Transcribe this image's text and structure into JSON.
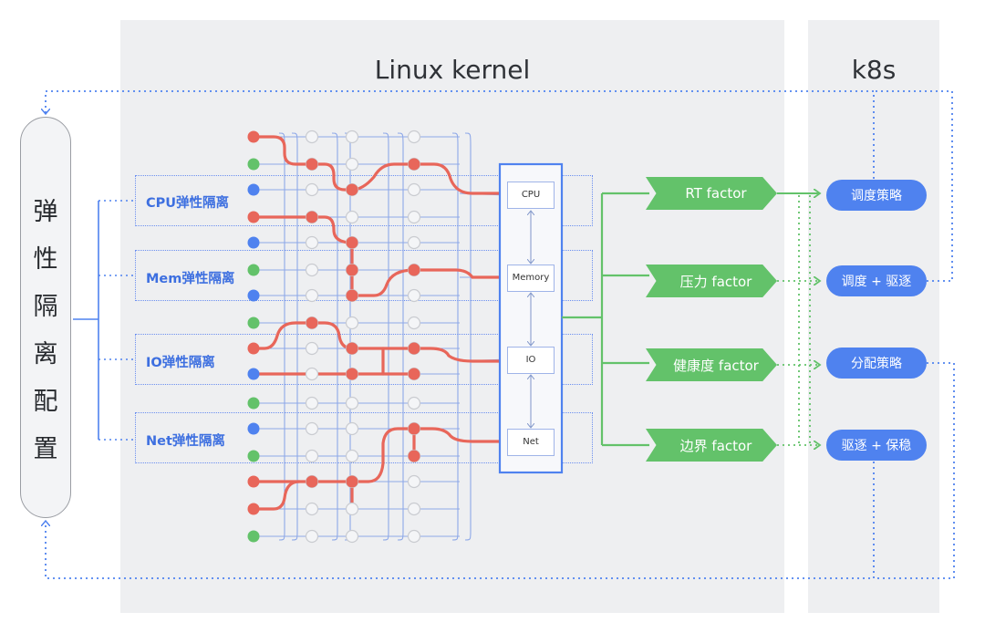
{
  "panels": {
    "linux_kernel_title": "Linux kernel",
    "k8s_title": "k8s"
  },
  "side_bar": {
    "chars": [
      "弹",
      "性",
      "隔",
      "离",
      "配",
      "置"
    ]
  },
  "groups": [
    {
      "label": "CPU弹性隔离"
    },
    {
      "label": "Mem弹性隔离"
    },
    {
      "label": "IO弹性隔离"
    },
    {
      "label": "Net弹性隔离"
    }
  ],
  "resources": [
    {
      "label": "CPU"
    },
    {
      "label": "Memory"
    },
    {
      "label": "IO"
    },
    {
      "label": "Net"
    }
  ],
  "factors": [
    {
      "label": "RT factor"
    },
    {
      "label": "压力 factor"
    },
    {
      "label": "健康度 factor"
    },
    {
      "label": "边界 factor"
    }
  ],
  "k8s_actions": [
    {
      "label": "调度策略"
    },
    {
      "label": "调度 + 驱逐"
    },
    {
      "label": "分配策略"
    },
    {
      "label": "驱逐 + 保稳"
    }
  ],
  "colors": {
    "panel": "#eeeff1",
    "red": "#e8665a",
    "green": "#63c26a",
    "blue": "#4f82ef",
    "line_blue": "#8ea8e8",
    "node_grey": "#c9cbd0"
  },
  "node_rows": [
    "red",
    "green",
    "blue",
    "red",
    "blue",
    "green",
    "blue",
    "green",
    "red",
    "blue",
    "green",
    "blue",
    "green",
    "red",
    "red",
    "green"
  ]
}
